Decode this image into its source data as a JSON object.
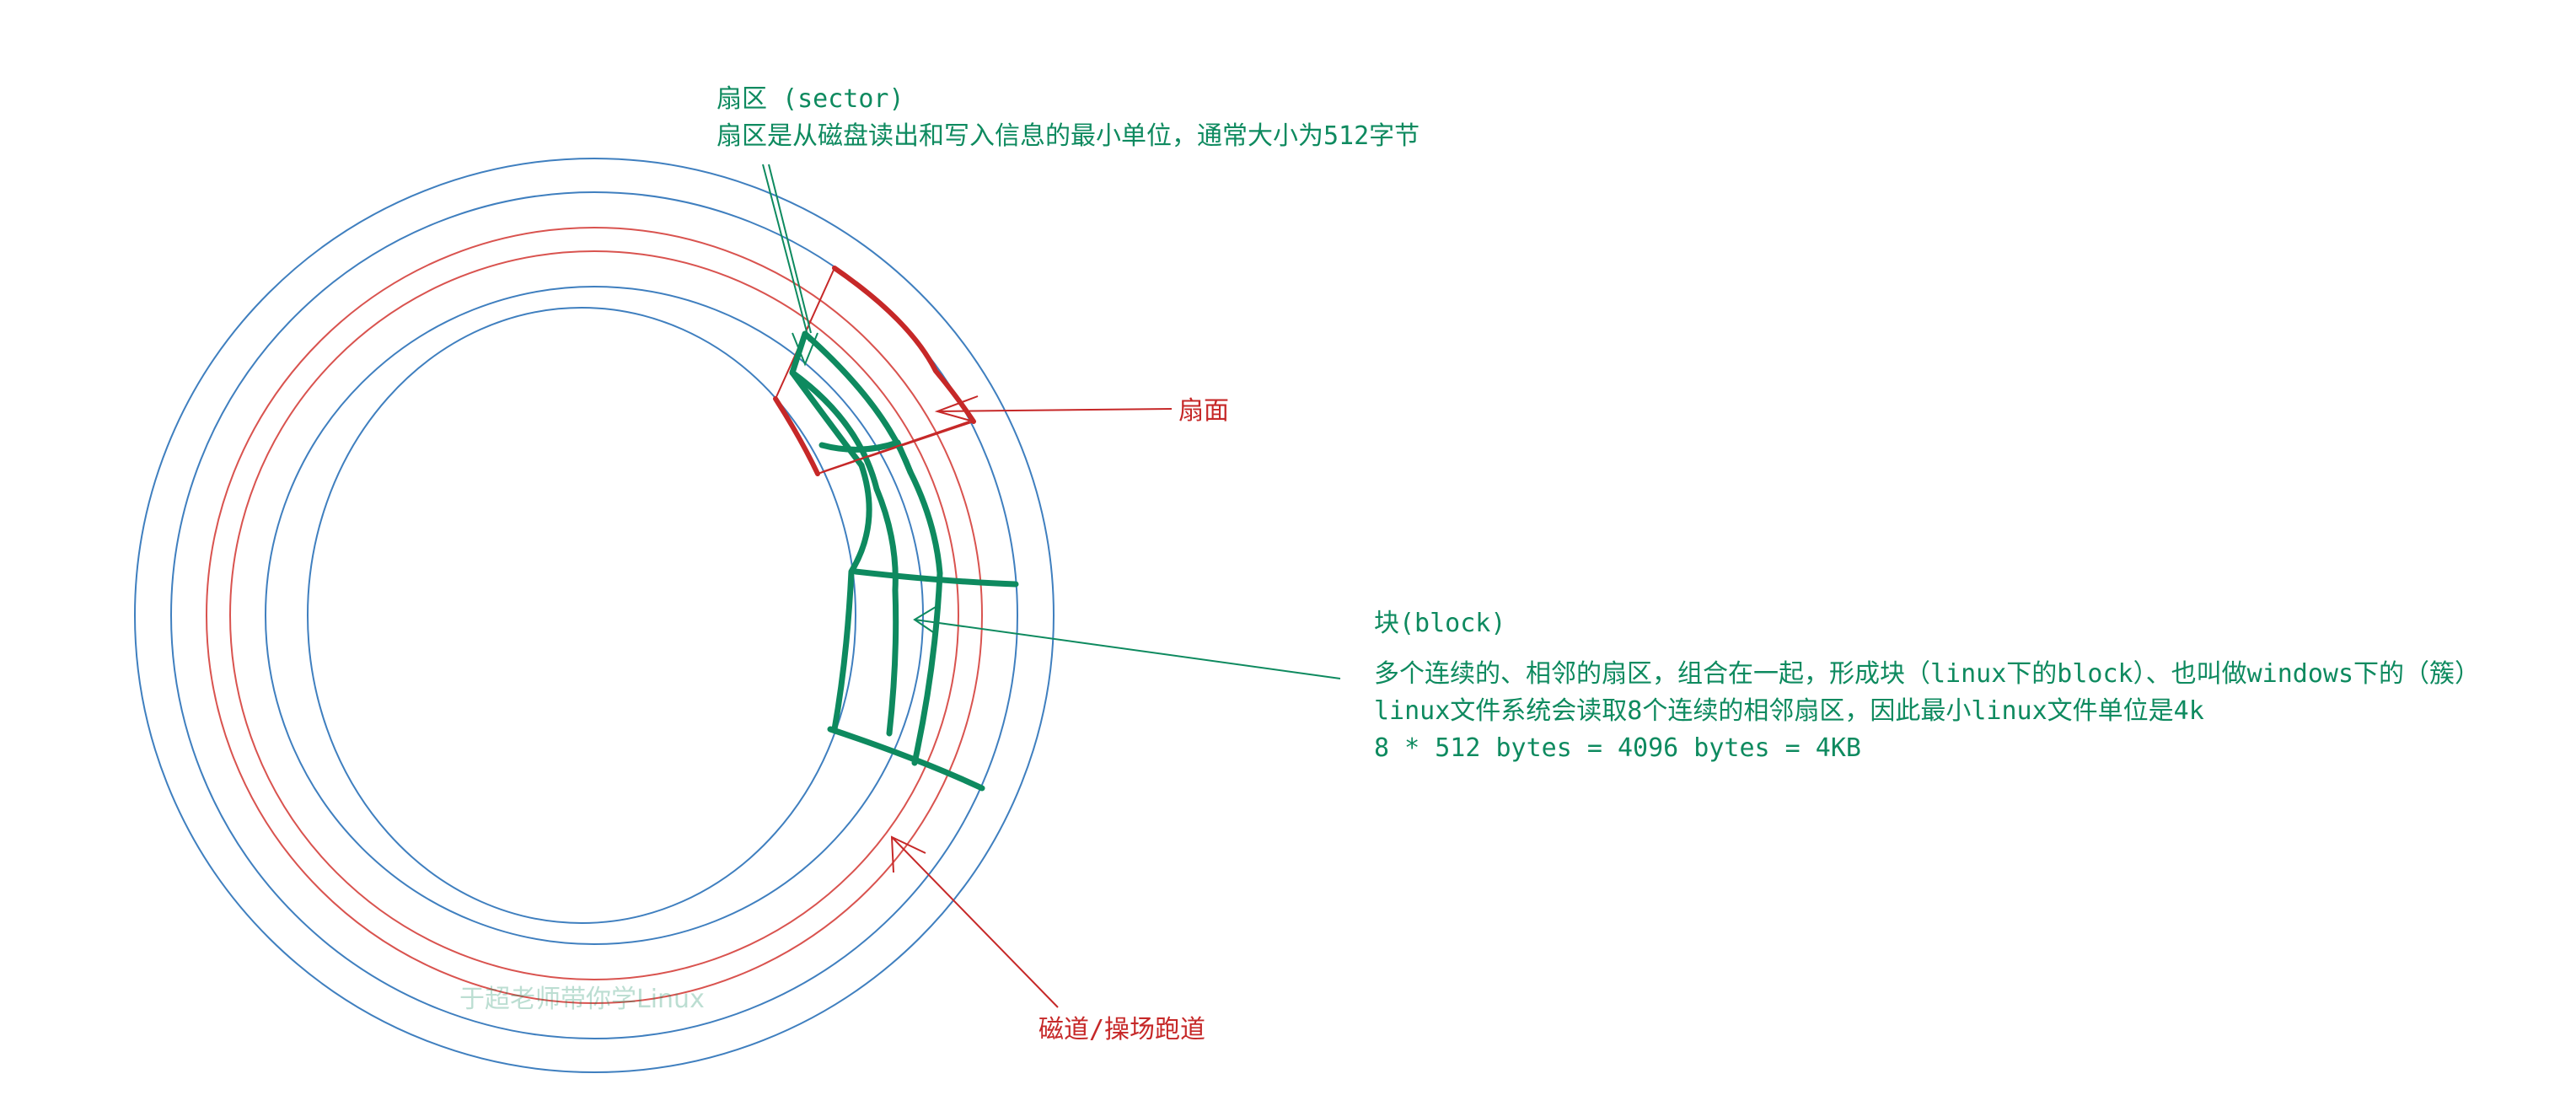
{
  "sector": {
    "title": "扇区 (sector)",
    "description": "扇区是从磁盘读出和写入信息的最小单位，通常大小为512字节"
  },
  "platter_label": "扇面",
  "block": {
    "title": "块(block)",
    "line1": "多个连续的、相邻的扇区，组合在一起，形成块（linux下的block）、也叫做windows下的（簇）",
    "line2": "linux文件系统会读取8个连续的相邻扇区，因此最小linux文件单位是4k",
    "line3": "8 * 512 bytes = 4096 bytes = 4KB"
  },
  "track_label": "磁道/操场跑道",
  "watermark": "于超老师带你学Linux",
  "colors": {
    "track_blue": "#3f7fbf",
    "track_red": "#d9534f",
    "sector_green": "#0e8a5f",
    "platter_red": "#c62828"
  }
}
